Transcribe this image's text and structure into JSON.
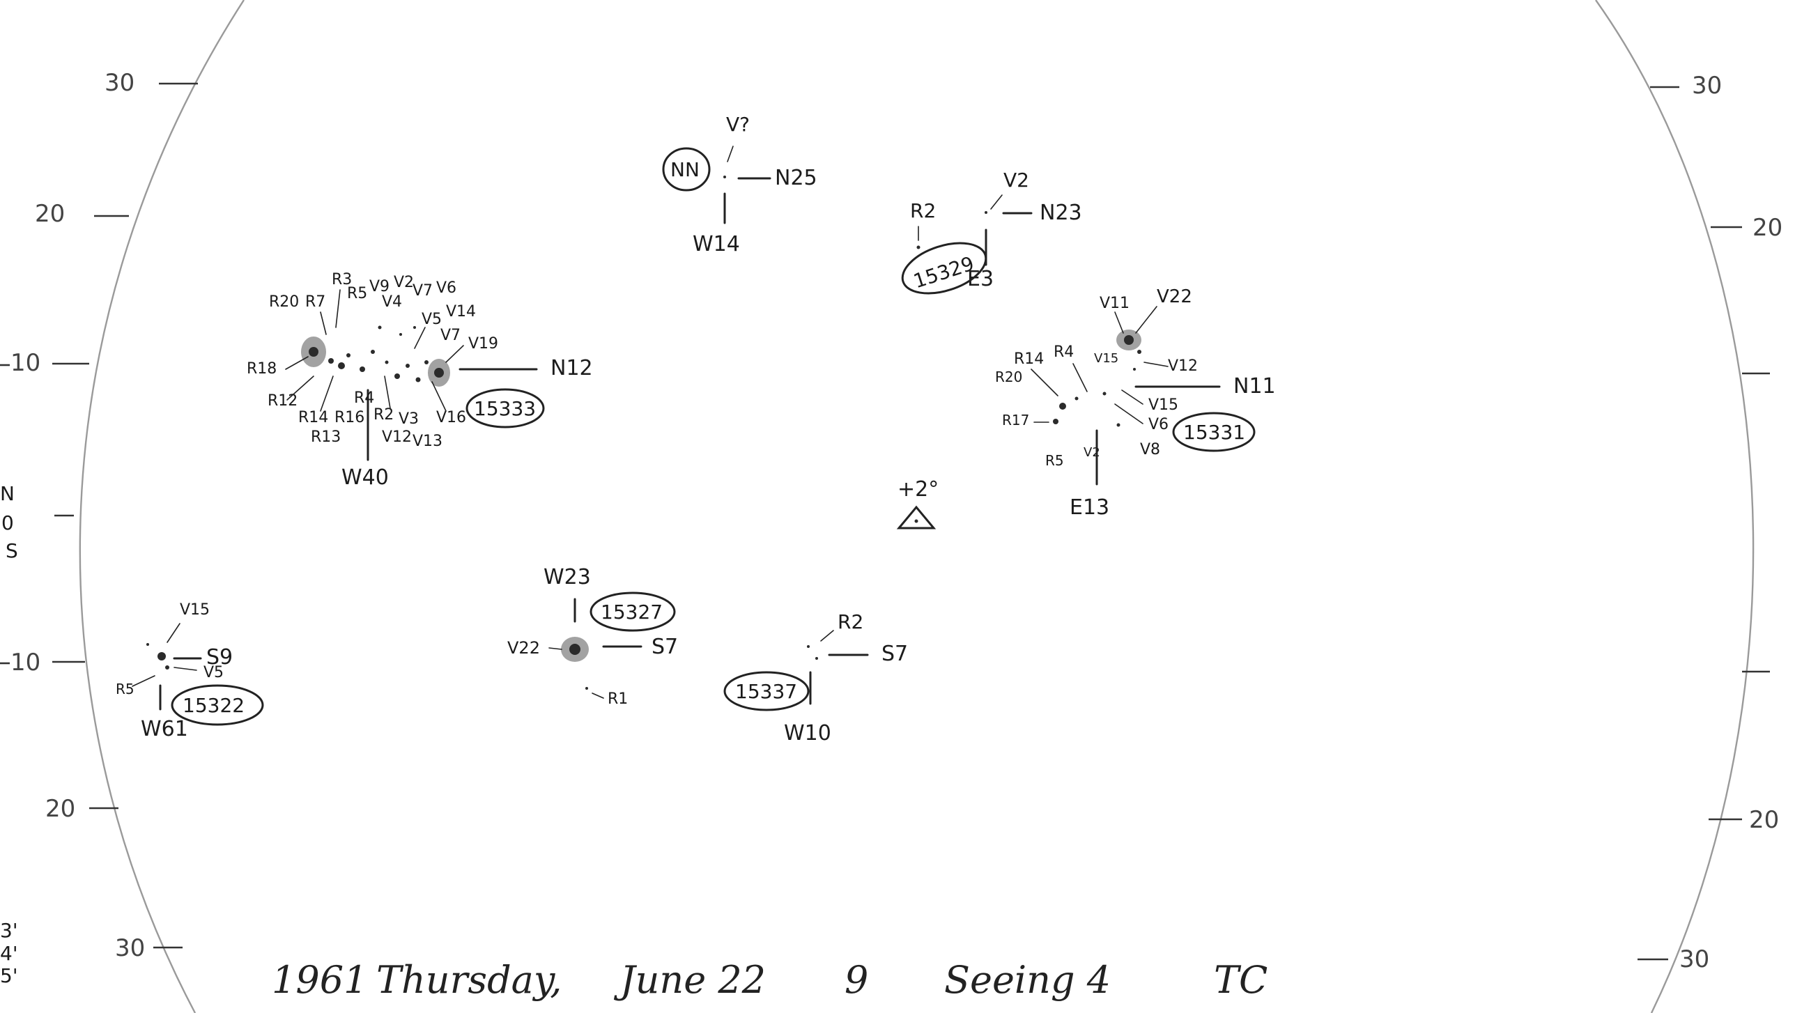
{
  "scale": {
    "left": [
      "30",
      "20",
      "10",
      "10",
      "20",
      "30"
    ],
    "right": [
      "30",
      "20",
      "20",
      "30"
    ],
    "ns": [
      "N",
      "0",
      "S"
    ]
  },
  "groups": [
    {
      "id": "15333",
      "lat": "N12",
      "lon": "W40",
      "labels": [
        "R20",
        "R7",
        "R3",
        "R5",
        "V9",
        "V2",
        "V4",
        "V7",
        "V6",
        "V5",
        "V14",
        "V7",
        "V19",
        "R18",
        "R12",
        "R14",
        "R16",
        "R4",
        "R2",
        "V3",
        "V16",
        "R13",
        "V12",
        "V13"
      ]
    },
    {
      "id": "NN",
      "lat": "N25",
      "lon": "W14",
      "labels": [
        "V?"
      ]
    },
    {
      "id": "15329",
      "lat": "N23",
      "lon": "E3",
      "labels": [
        "V2",
        "R2"
      ]
    },
    {
      "id": "15331",
      "lat": "N11",
      "lon": "E13",
      "labels": [
        "V11",
        "V22",
        "R14",
        "R4",
        "V15",
        "V12",
        "R20",
        "V15",
        "V6",
        "R17",
        "V8",
        "R5",
        "V2"
      ]
    },
    {
      "id": "15322",
      "lat": "S9",
      "lon": "W61",
      "labels": [
        "V15",
        "V5",
        "R5"
      ]
    },
    {
      "id": "15327",
      "lat": "S7",
      "lon": "W23",
      "labels": [
        "V22",
        "R1"
      ]
    },
    {
      "id": "15337",
      "lat": "S7",
      "lon": "W10",
      "labels": [
        "R2"
      ]
    }
  ],
  "center_mark": "+2°",
  "footer": {
    "year": "1961",
    "day": "Thursday,",
    "date": "June 22",
    "time": "9",
    "seeing": "Seeing 4",
    "observer": "TC"
  },
  "margin_marks": [
    "3'",
    "4'",
    "5'"
  ]
}
